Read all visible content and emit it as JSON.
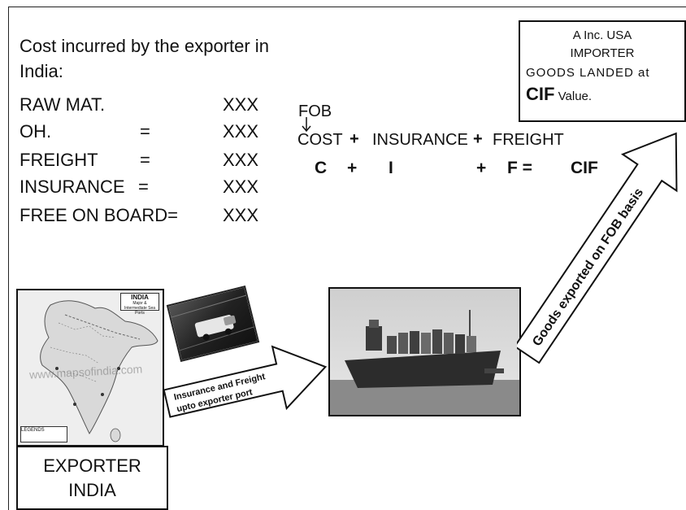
{
  "header": {
    "line1": "Cost incurred by the exporter in",
    "line2": "India:"
  },
  "cost_items": [
    {
      "label": "RAW MAT.",
      "eq": "",
      "value": "XXX"
    },
    {
      "label": "OH.",
      "eq": "=",
      "value": "XXX"
    },
    {
      "label": "FREIGHT",
      "eq": "=",
      "value": "XXX"
    },
    {
      "label": "INSURANCE",
      "eq": "=",
      "value": "XXX"
    },
    {
      "label": "FREE ON BOARD=",
      "eq": "",
      "value": "XXX"
    }
  ],
  "formula": {
    "fob": "FOB",
    "line1": [
      "COST",
      "+",
      "INSURANCE",
      "+",
      "FREIGHT"
    ],
    "line2": [
      "C",
      "+",
      "I",
      "+",
      "F =",
      "CIF"
    ]
  },
  "importer_box": {
    "line1": "A Inc.  USA",
    "line2": "IMPORTER",
    "line3": "GOODS   LANDED   at",
    "cif": "CIF",
    "value": "Value."
  },
  "map": {
    "title": "INDIA",
    "subtitle": "Major & Intermediate Sea Ports",
    "watermark": "www.mapsofindia.com",
    "legend": "LEGENDS"
  },
  "arrows": {
    "truck_arrow": [
      "Insurance and Freight",
      "upto exporter port"
    ],
    "ship_arrow": "Goods exported on FOB basis"
  },
  "exporter_box": {
    "line1": "EXPORTER",
    "line2": "INDIA"
  }
}
